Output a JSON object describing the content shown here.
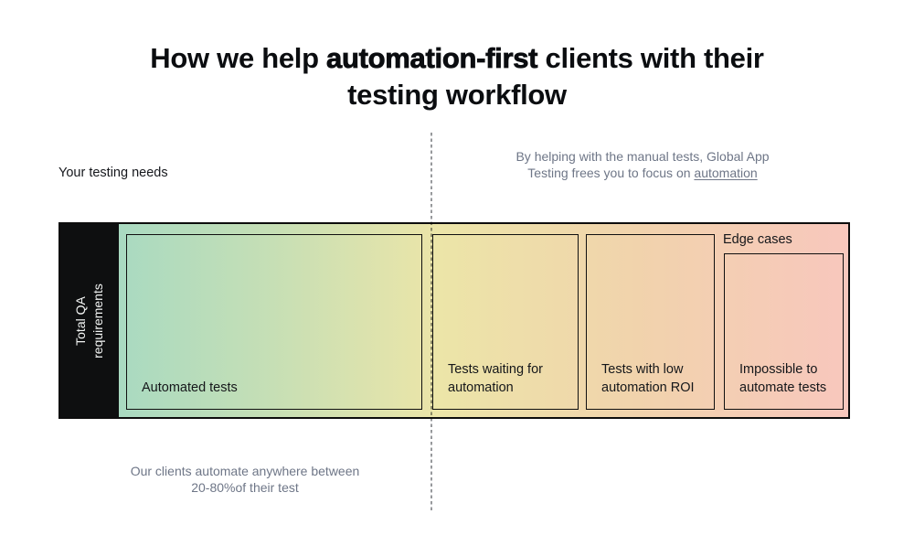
{
  "title": {
    "line1_before": "How we help ",
    "line1_bold": "automation-first",
    "line1_after": " clients with their",
    "line2": "testing workflow"
  },
  "annotations": {
    "left_label": "Your testing needs",
    "right_note": {
      "line1": "By helping with the manual tests, Global App",
      "line2_prefix": "Testing frees you to focus on ",
      "line2_underlined": "automation"
    },
    "bottom_note": {
      "line1": "Our clients automate anywhere between",
      "line2": "20-80%of their test"
    }
  },
  "band": {
    "axis_label": {
      "line1": "Total QA",
      "line2": "requirements"
    },
    "gradient_colors": [
      "#a9dac1",
      "#c6dfb5",
      "#ece5a8",
      "#f1d3ac",
      "#f8c7bd"
    ],
    "gradient_stops_pct": [
      0,
      21,
      44,
      71,
      100
    ],
    "edge_group_label": "Edge cases",
    "segments": [
      {
        "label": "Automated tests"
      },
      {
        "label": "Tests waiting for automation"
      },
      {
        "label": "Tests with low automation ROI"
      },
      {
        "label": "Impossible to automate tests"
      }
    ]
  },
  "colors": {
    "text_dark": "#15171a",
    "text_gray": "#6e7687",
    "band_border": "#0d0d0d",
    "axis_background": "#0e0f10",
    "dash_gray": "#97999c"
  }
}
